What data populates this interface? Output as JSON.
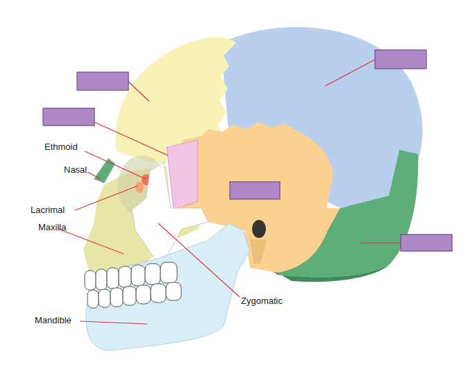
{
  "diagram": {
    "labels": [
      "Ethmoid",
      "Nasal",
      "Lacrimal",
      "Maxilla",
      "Zygomatic",
      "Mandible"
    ]
  }
}
